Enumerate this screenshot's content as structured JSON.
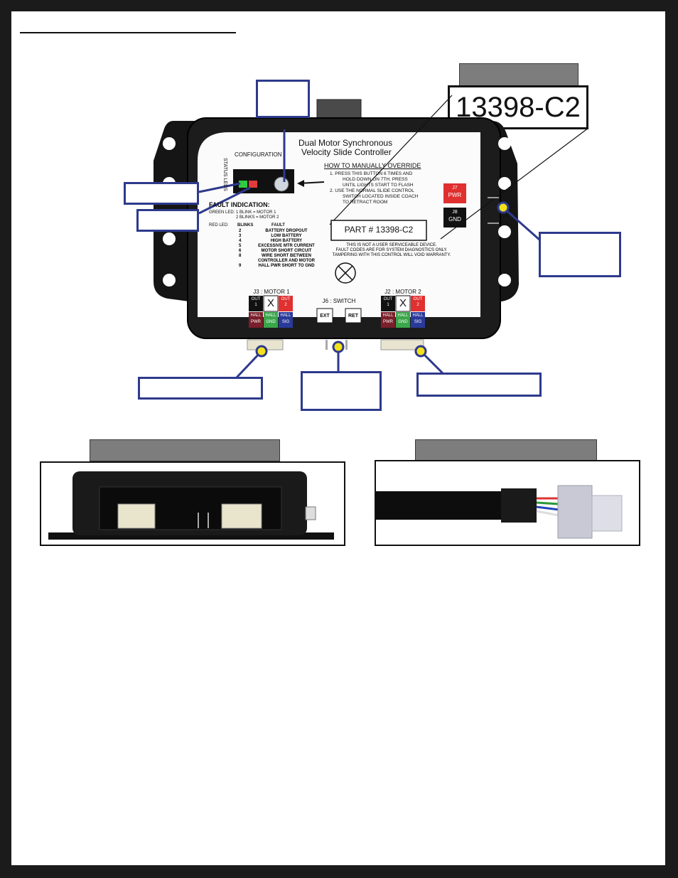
{
  "document": {
    "zoom_part_number": "13398-C2",
    "label": {
      "title_line1": "Dual Motor Synchronous",
      "title_line2": "Velocity Slide Controller",
      "configuration": "CONFIGURATION",
      "status_leds": "STATUS LEDS",
      "override_heading": "HOW TO MANUALLY OVERRIDE",
      "override_steps": [
        "1.  PRESS THIS BUTTON 6 TIMES AND",
        "HOLD DOWN ON 7TH. PRESS",
        "UNTIL LIGHTS START TO FLASH",
        "2.  USE THE NORMAL SLIDE CONTROL",
        "SWITCH LOCATED INSIDE COACH",
        "TO RETRACT ROOM"
      ],
      "fault_indication": "FAULT INDICATION:",
      "green_led_label": "GREEN LED:",
      "green_led_lines": [
        "1 BLINK  = MOTOR 1",
        "2 BLINKS = MOTOR 2"
      ],
      "red_led_label": "RED LED:",
      "col_blinks": "BLINKS",
      "col_fault": "FAULT",
      "faults": [
        {
          "blinks": "2",
          "fault": "BATTERY DROPOUT"
        },
        {
          "blinks": "3",
          "fault": "LOW BATTERY"
        },
        {
          "blinks": "4",
          "fault": "HIGH BATTERY"
        },
        {
          "blinks": "5",
          "fault": "EXCESSIVE MTR CURRENT"
        },
        {
          "blinks": "6",
          "fault": "MOTOR SHORT CIRCUIT"
        },
        {
          "blinks": "8",
          "fault": "WIRE SHORT BETWEEN"
        },
        {
          "blinks": "",
          "fault": "CONTROLLER AND MOTOR"
        },
        {
          "blinks": "9",
          "fault": "HALL PWR SHORT TO GND"
        }
      ],
      "part_box": "PART # 13398-C2",
      "j7_line1": "J7",
      "j7_line2": "PWR",
      "j8_line1": "J8",
      "j8_line2": "GND",
      "warning_lines": [
        "THIS IS NOT A USER SERVICEABLE DEVICE.",
        "FAULT CODES ARE FOR SYSTEM DIAGNOSTICS ONLY.",
        "TAMPERING WITH THIS CONTROL WILL VOID WARRANTY."
      ],
      "j3_title": "J3 : MOTOR 1",
      "j2_title": "J2 : MOTOR 2",
      "j6_title": "J6 : SWITCH",
      "ext": "EXT",
      "ret": "RET",
      "x_mark": "X",
      "out1_line1": "OUT",
      "out1_line2": "1",
      "out2_line1": "OUT",
      "out2_line2": "2",
      "hall_pwr_l1": "HALL",
      "hall_pwr_l2": "PWR",
      "hall_gnd_l1": "HALL",
      "hall_gnd_l2": "GND",
      "hall_sig_l1": "HALL",
      "hall_sig_l2": "SIG"
    },
    "colors": {
      "callout_border": "#2e3a8c",
      "callout_dot": "#f2e11a",
      "header_bar": "#7d7d7d",
      "housing": "#111111",
      "out2_red": "#e03030",
      "hall_pwr": "#7a1f2b",
      "hall_gnd": "#3aa64a",
      "hall_sig": "#2a3a9a"
    }
  }
}
